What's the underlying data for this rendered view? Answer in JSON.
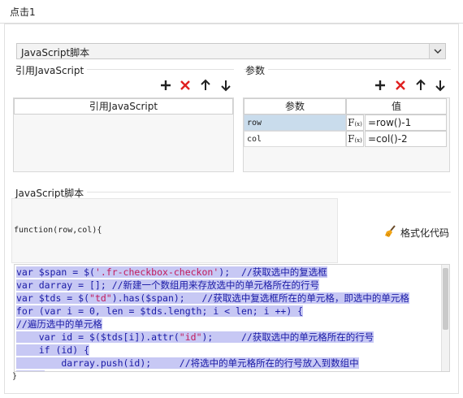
{
  "window": {
    "title": "点击1"
  },
  "script_type": {
    "selected": "JavaScript脚本"
  },
  "ref_section": {
    "label": "引用JavaScript",
    "column_header": "引用JavaScript"
  },
  "param_section": {
    "label": "参数",
    "columns": [
      "参数",
      "值"
    ],
    "rows": [
      {
        "name": "row",
        "value": "=row()-1"
      },
      {
        "name": "col",
        "value": "=col()-2"
      }
    ]
  },
  "script_section": {
    "label": "JavaScript脚本",
    "function_signature": "function(row,col){",
    "format_button": "格式化代码",
    "closing": "}"
  },
  "code_lines": [
    "var $span = $('.fr-checkbox-checkon');  //获取选中的复选框",
    "var darray = []; //新建一个数组用来存放选中的单元格所在的行号",
    "var $tds = $(\"td\").has($span);   //获取选中复选框所在的单元格，即选中的单元格",
    "for (var i = 0, len = $tds.length; i < len; i ++) {",
    "//遍历选中的单元格",
    "    var id = $($tds[i]).attr(\"id\");     //获取选中的单元格所在的行号",
    "    if (id) {",
    "        darray.push(id);     //将选中的单元格所在的行号放入到数组中",
    "    }"
  ],
  "icons": {
    "add": "plus-icon",
    "delete": "delete-x-icon",
    "up": "arrow-up-icon",
    "down": "arrow-down-icon",
    "format": "broom-icon",
    "dropdown": "chevron-down-icon"
  },
  "colors": {
    "delete": "#e02020",
    "selection": "#c7c8f4",
    "code_text": "#1a1aa6",
    "string": "#c2185b"
  }
}
